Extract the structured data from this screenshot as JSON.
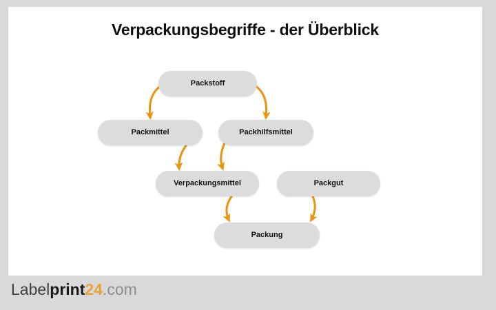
{
  "slide": {
    "title": "Verpackungsbegriffe - der Überblick",
    "background_color": "#d9d9d9",
    "canvas_color": "#ffffff"
  },
  "diagram": {
    "type": "flowchart",
    "node_fill_color": "#dcdcdc",
    "node_text_color": "#111111",
    "arrow_color": "#e8950f",
    "nodes": [
      {
        "id": "packstoff",
        "label": "Packstoff"
      },
      {
        "id": "packmittel",
        "label": "Packmittel"
      },
      {
        "id": "packhilfsmittel",
        "label": "Packhilfsmittel"
      },
      {
        "id": "verpackungsmittel",
        "label": "Verpackungsmittel"
      },
      {
        "id": "packgut",
        "label": "Packgut"
      },
      {
        "id": "packung",
        "label": "Packung"
      }
    ],
    "edges": [
      {
        "from": "packstoff",
        "to": "packmittel"
      },
      {
        "from": "packstoff",
        "to": "packhilfsmittel"
      },
      {
        "from": "packmittel",
        "to": "verpackungsmittel"
      },
      {
        "from": "packhilfsmittel",
        "to": "verpackungsmittel"
      },
      {
        "from": "verpackungsmittel",
        "to": "packung"
      },
      {
        "from": "packgut",
        "to": "packung"
      }
    ]
  },
  "footer": {
    "logo": {
      "part1": "Label",
      "part2": "print",
      "part3": "24",
      "part4": ".com",
      "accent_color": "#e8a33d"
    }
  }
}
